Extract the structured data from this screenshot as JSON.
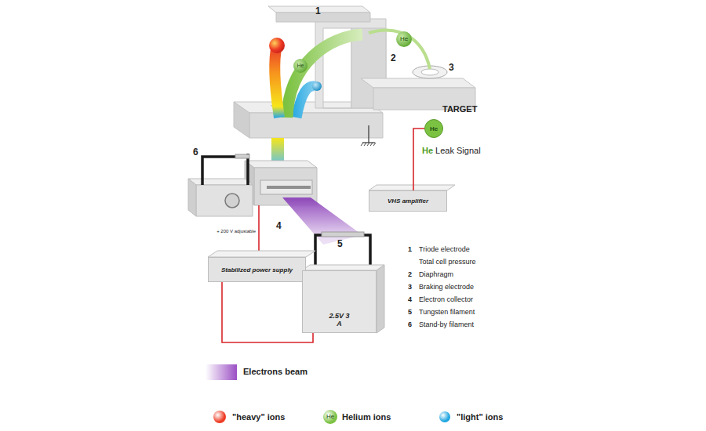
{
  "diagram": {
    "nodes": [
      {
        "text": [
          "Stabilized power supply"
        ]
      },
      {
        "text": [
          "VHS amplifier"
        ]
      },
      {
        "text": [
          "2.5V 3 A"
        ]
      },
      {
        "text": [
          "TARGET",
          "He"
        ]
      }
    ],
    "edges": [
      {
        "from": 0,
        "to": 2,
        "arrow": "none"
      },
      {
        "from": 1,
        "to": 3,
        "arrow": "none"
      }
    ],
    "labels": [
      "1",
      "2",
      "3",
      "He",
      "He",
      "6",
      "+ 200 V adjustable",
      "4",
      "5",
      "He Leak Signal",
      "1",
      "Triode electrode",
      "Total cell pressure",
      "2",
      "Diaphragm",
      "3",
      "Braking electrode",
      "4",
      "Electron collector",
      "5",
      "Tungsten filament",
      "6",
      "Stand-by filament",
      "He"
    ],
    "legend": [
      {
        "text": "Electrons beam",
        "color": "#9b4fc4"
      },
      {
        "text": "\"heavy\" ions",
        "color": "#ee3b24"
      },
      {
        "text": "Helium ions",
        "color": "#7cc242"
      },
      {
        "text": "\"light\" ions",
        "color": "#1ea5e0"
      }
    ]
  }
}
